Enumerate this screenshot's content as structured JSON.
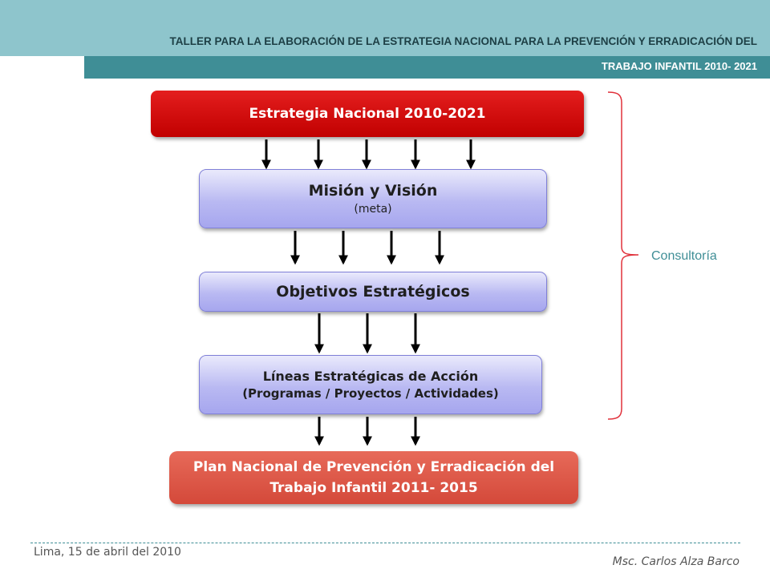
{
  "header": {
    "title_line1": "TALLER  PARA LA ELABORACIÓN DE LA ESTRATEGIA  NACIONAL PARA  LA PREVENCIÓN Y ERRADICACIÓN DEL",
    "title_line2": "TRABAJO INFANTIL 2010- 2021"
  },
  "diagram": {
    "estrategia": "Estrategia Nacional  2010-2021",
    "mision_title": "Misión y Visión",
    "mision_sub": "(meta)",
    "objetivos": "Objetivos Estratégicos",
    "lineas_title": "Líneas Estratégicas de Acción",
    "lineas_sub": "(Programas / Proyectos / Actividades)",
    "plan_line1": "Plan Nacional de Prevención y Erradicación del",
    "plan_line2": "Trabajo Infantil 2011- 2015",
    "bracket_label": "Consultoría"
  },
  "footer": {
    "left": "Lima, 15 de abril del 2010",
    "right": "Msc. Carlos Alza Barco"
  },
  "colors": {
    "header_light": "#8ec5cc",
    "header_dark": "#3f8e96",
    "red_box": "#d00000",
    "blue_box": "#b9b9f2",
    "plan_box": "#dc5546",
    "bracket": "#e0303a"
  }
}
